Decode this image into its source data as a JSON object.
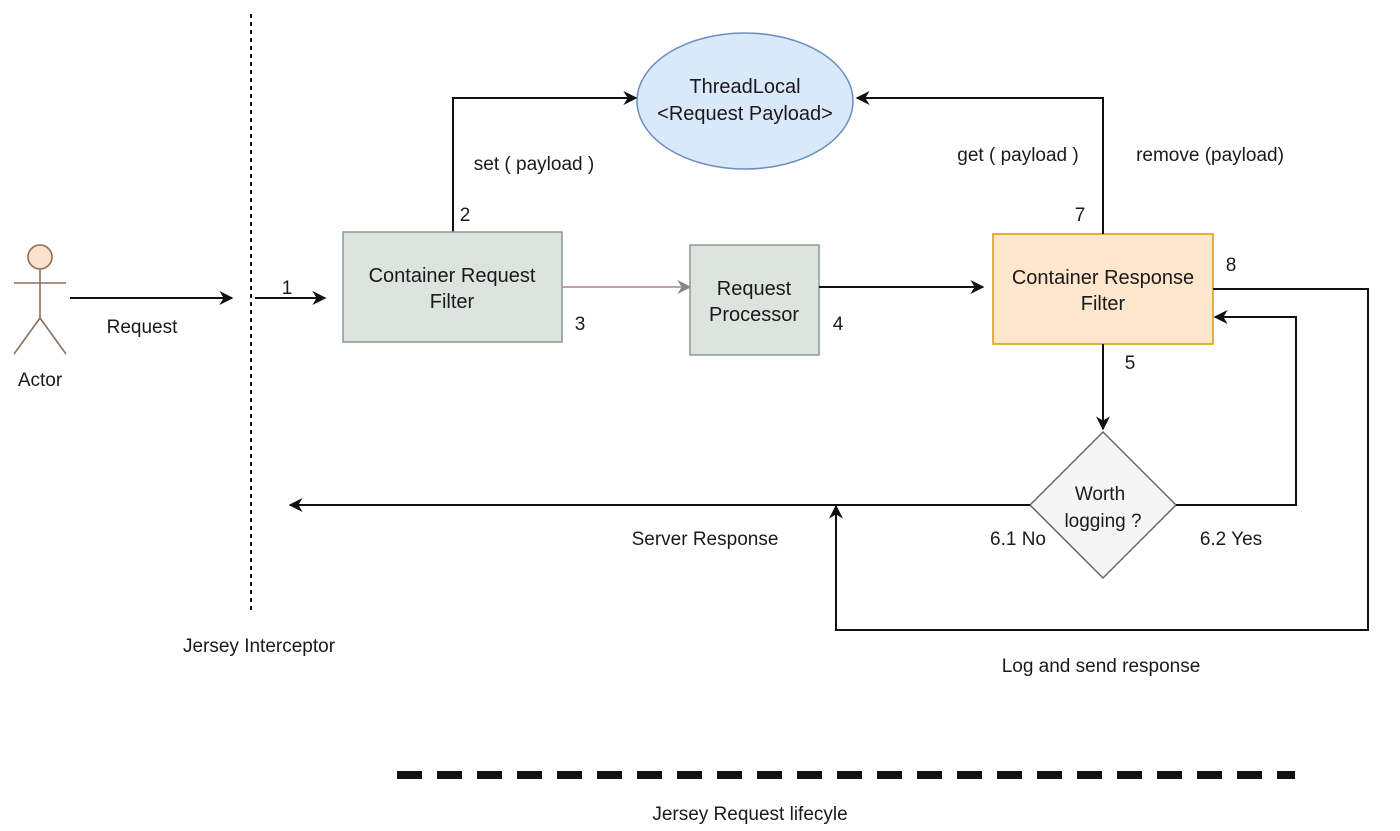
{
  "actor": {
    "label": "Actor"
  },
  "interceptor": {
    "label": "Jersey Interceptor"
  },
  "thread_local": {
    "line1": "ThreadLocal",
    "line2": "<Request Payload>"
  },
  "request_filter": {
    "line1": "Container Request",
    "line2": "Filter"
  },
  "request_processor": {
    "line1": "Request",
    "line2": "Processor"
  },
  "response_filter": {
    "line1": "Container Response",
    "line2": "Filter"
  },
  "decision": {
    "line1": "Worth",
    "line2": "logging ?"
  },
  "edges": {
    "request": "Request",
    "step1": "1",
    "step2": "2",
    "step3": "3",
    "step4": "4",
    "step5": "5",
    "step7": "7",
    "step8": "8",
    "set_payload": "set ( payload )",
    "get_payload": "get ( payload )",
    "remove_payload": "remove (payload)",
    "no_branch": "6.1 No",
    "yes_branch": "6.2 Yes",
    "server_response": "Server Response",
    "log_and_send": "Log and send response"
  },
  "legend": {
    "label": "Jersey Request lifecyle"
  },
  "colors": {
    "thread_local_fill": "#dae8fc",
    "thread_local_stroke": "#6c8ebf",
    "request_box_fill": "#dde3df",
    "request_box_stroke": "#8a9a92",
    "response_box_fill": "#ffe6cc",
    "response_box_stroke": "#d79b00",
    "decision_fill": "#f5f5f5",
    "decision_stroke": "#666666",
    "line": "#111111",
    "request_to_processor_line": "#b09a90"
  }
}
